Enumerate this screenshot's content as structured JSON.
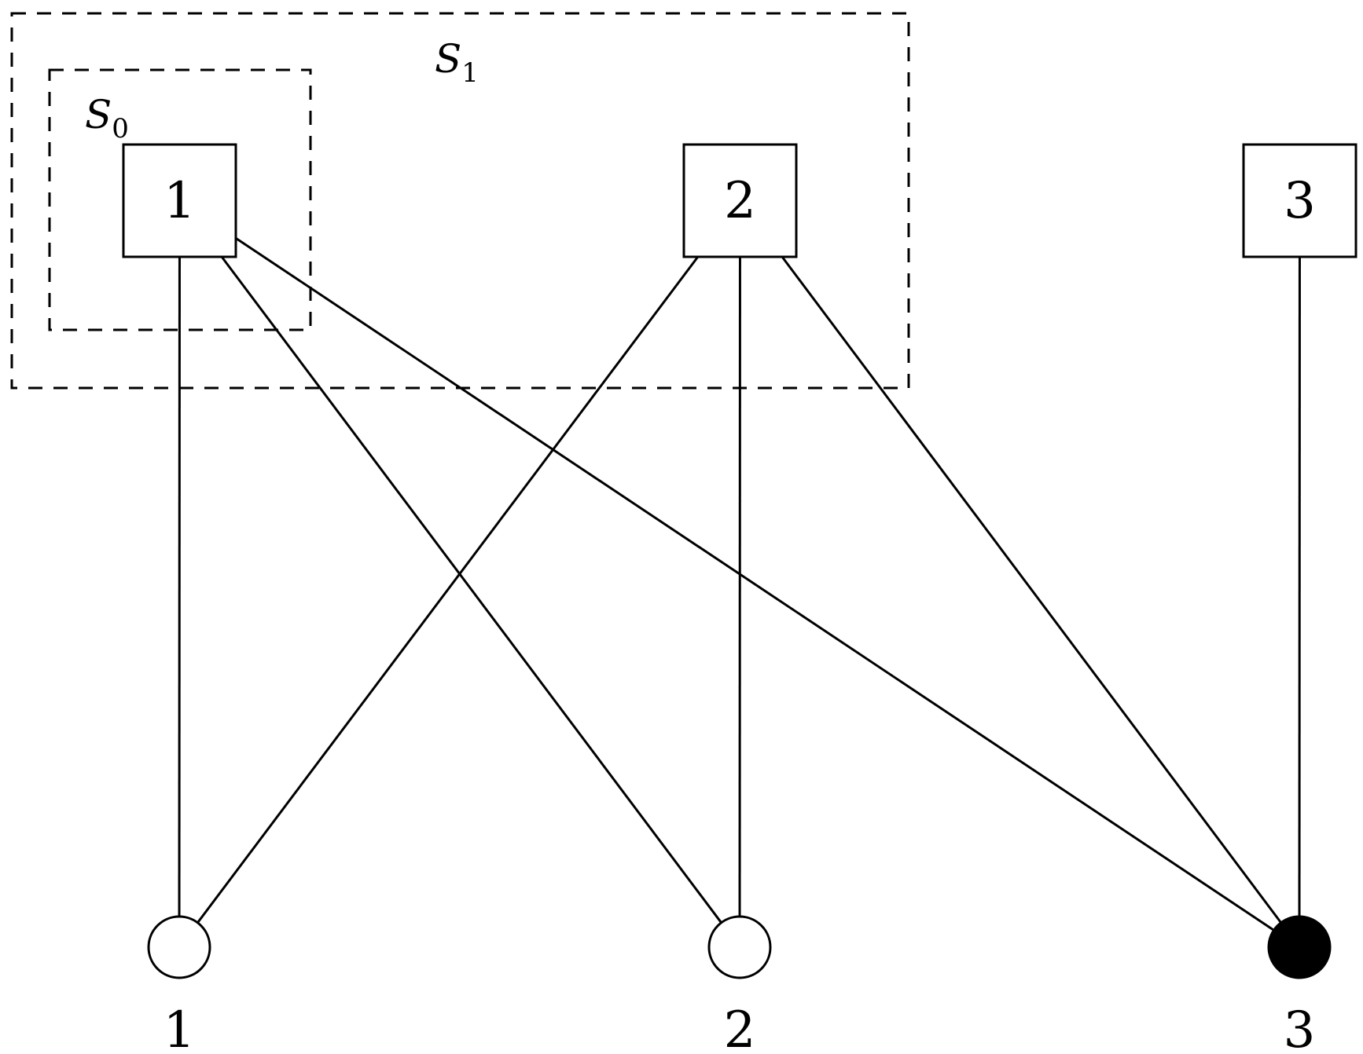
{
  "groups": [
    {
      "id": "S0",
      "letter": "S",
      "subscript": "0"
    },
    {
      "id": "S1",
      "letter": "S",
      "subscript": "1"
    }
  ],
  "check_nodes": [
    {
      "id": "c1",
      "label": "1"
    },
    {
      "id": "c2",
      "label": "2"
    },
    {
      "id": "c3",
      "label": "3"
    }
  ],
  "variable_nodes": [
    {
      "id": "v1",
      "label": "1",
      "fill": "#ffffff"
    },
    {
      "id": "v2",
      "label": "2",
      "fill": "#ffffff"
    },
    {
      "id": "v3",
      "label": "3",
      "fill": "#000000"
    }
  ],
  "edges": [
    {
      "from": "c1",
      "to": "v1"
    },
    {
      "from": "c1",
      "to": "v2"
    },
    {
      "from": "c1",
      "to": "v3"
    },
    {
      "from": "c2",
      "to": "v1"
    },
    {
      "from": "c2",
      "to": "v2"
    },
    {
      "from": "c2",
      "to": "v3"
    },
    {
      "from": "c3",
      "to": "v3"
    }
  ]
}
